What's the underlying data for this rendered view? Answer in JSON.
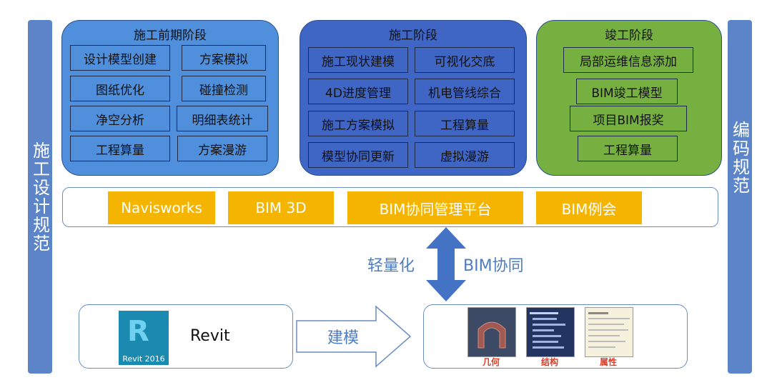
{
  "side_bars": {
    "left": "施工设计规范",
    "right": "编码规范"
  },
  "phases": {
    "pre": {
      "title": "施工前期阶段",
      "items": [
        "设计模型创建",
        "方案模拟",
        "图纸优化",
        "碰撞检测",
        "净空分析",
        "明细表统计",
        "工程算量",
        "方案漫游"
      ]
    },
    "construction": {
      "title": "施工阶段",
      "items": [
        "施工现状建模",
        "可视化交底",
        "4D进度管理",
        "机电管线综合",
        "施工方案模拟",
        "工程算量",
        "模型协同更新",
        "虚拟漫游"
      ]
    },
    "completion": {
      "title": "竣工阶段",
      "items": [
        "局部运维信息添加",
        "BIM竣工模型",
        "项目BIM报奖",
        "工程算量"
      ]
    }
  },
  "tools": [
    "Navisworks",
    "BIM 3D",
    "BIM协同管理平台",
    "BIM例会"
  ],
  "arrow_labels": {
    "left": "轻量化",
    "right": "BIM协同"
  },
  "bottom": {
    "revit_icon_caption": "Revit 2016",
    "revit_label": "Revit",
    "model_arrow_label": "建模",
    "thumbnails": [
      "几何",
      "结构",
      "属性"
    ]
  },
  "colors": {
    "side_bar": "#5b85c8",
    "pre_phase": "#4f8fdc",
    "construction_phase": "#3f66c4",
    "completion_phase": "#76b041",
    "tool": "#f5b400",
    "arrow": "#4472c4"
  }
}
